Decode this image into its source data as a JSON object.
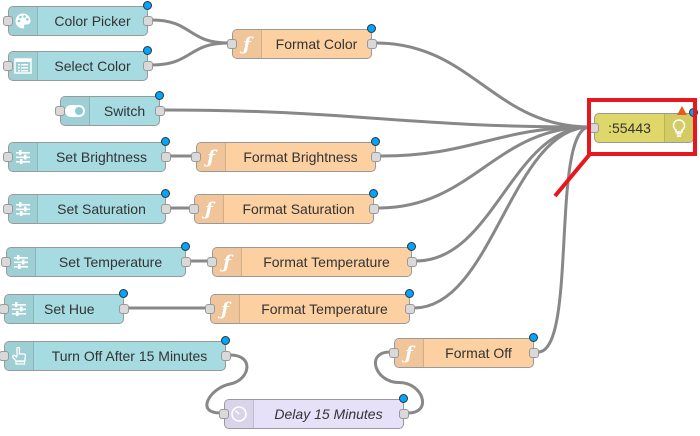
{
  "canvas": {
    "background": "#ffffff",
    "wire_color": "#888888",
    "highlight_color": "#e8161f"
  },
  "nodes": [
    {
      "id": "color-picker",
      "label": "Color Picker",
      "type": "ui-colour-picker",
      "icon": "palette-icon",
      "color": "#a6dbe1"
    },
    {
      "id": "select-color",
      "label": "Select Color",
      "type": "ui-dropdown",
      "icon": "list-icon",
      "color": "#a6dbe1"
    },
    {
      "id": "switch",
      "label": "Switch",
      "type": "ui-switch",
      "icon": "toggle-icon",
      "color": "#a6dbe1"
    },
    {
      "id": "set-brightness",
      "label": "Set Brightness",
      "type": "ui-slider",
      "icon": "sliders-icon",
      "color": "#a6dbe1"
    },
    {
      "id": "set-saturation",
      "label": "Set Saturation",
      "type": "ui-slider",
      "icon": "sliders-icon",
      "color": "#a6dbe1"
    },
    {
      "id": "set-temperature",
      "label": "Set Temperature",
      "type": "ui-slider",
      "icon": "sliders-icon",
      "color": "#a6dbe1"
    },
    {
      "id": "set-hue",
      "label": "Set Hue",
      "type": "ui-slider",
      "icon": "sliders-icon",
      "color": "#a6dbe1"
    },
    {
      "id": "turn-off",
      "label": "Turn Off After 15 Minutes",
      "type": "ui-button",
      "icon": "hand-pointer-icon",
      "color": "#a6dbe1"
    },
    {
      "id": "format-color",
      "label": "Format Color",
      "type": "function",
      "icon": "function-icon",
      "color": "#fdd0a2"
    },
    {
      "id": "format-brightness",
      "label": "Format Brightness",
      "type": "function",
      "icon": "function-icon",
      "color": "#fdd0a2"
    },
    {
      "id": "format-saturation",
      "label": "Format Saturation",
      "type": "function",
      "icon": "function-icon",
      "color": "#fdd0a2"
    },
    {
      "id": "format-temperature-1",
      "label": "Format Temperature",
      "type": "function",
      "icon": "function-icon",
      "color": "#fdd0a2"
    },
    {
      "id": "format-temperature-2",
      "label": "Format Temperature",
      "type": "function",
      "icon": "function-icon",
      "color": "#fdd0a2"
    },
    {
      "id": "format-off",
      "label": "Format Off",
      "type": "function",
      "icon": "function-icon",
      "color": "#fdd0a2"
    },
    {
      "id": "delay",
      "label": "Delay 15 Minutes",
      "type": "delay",
      "icon": "timer-icon",
      "color": "#e6e0f8"
    },
    {
      "id": "light",
      "label": ":55443",
      "type": "output",
      "icon": "lightbulb-icon",
      "color": "#dfd76a"
    }
  ],
  "glyphs": {
    "function": "ƒ"
  }
}
